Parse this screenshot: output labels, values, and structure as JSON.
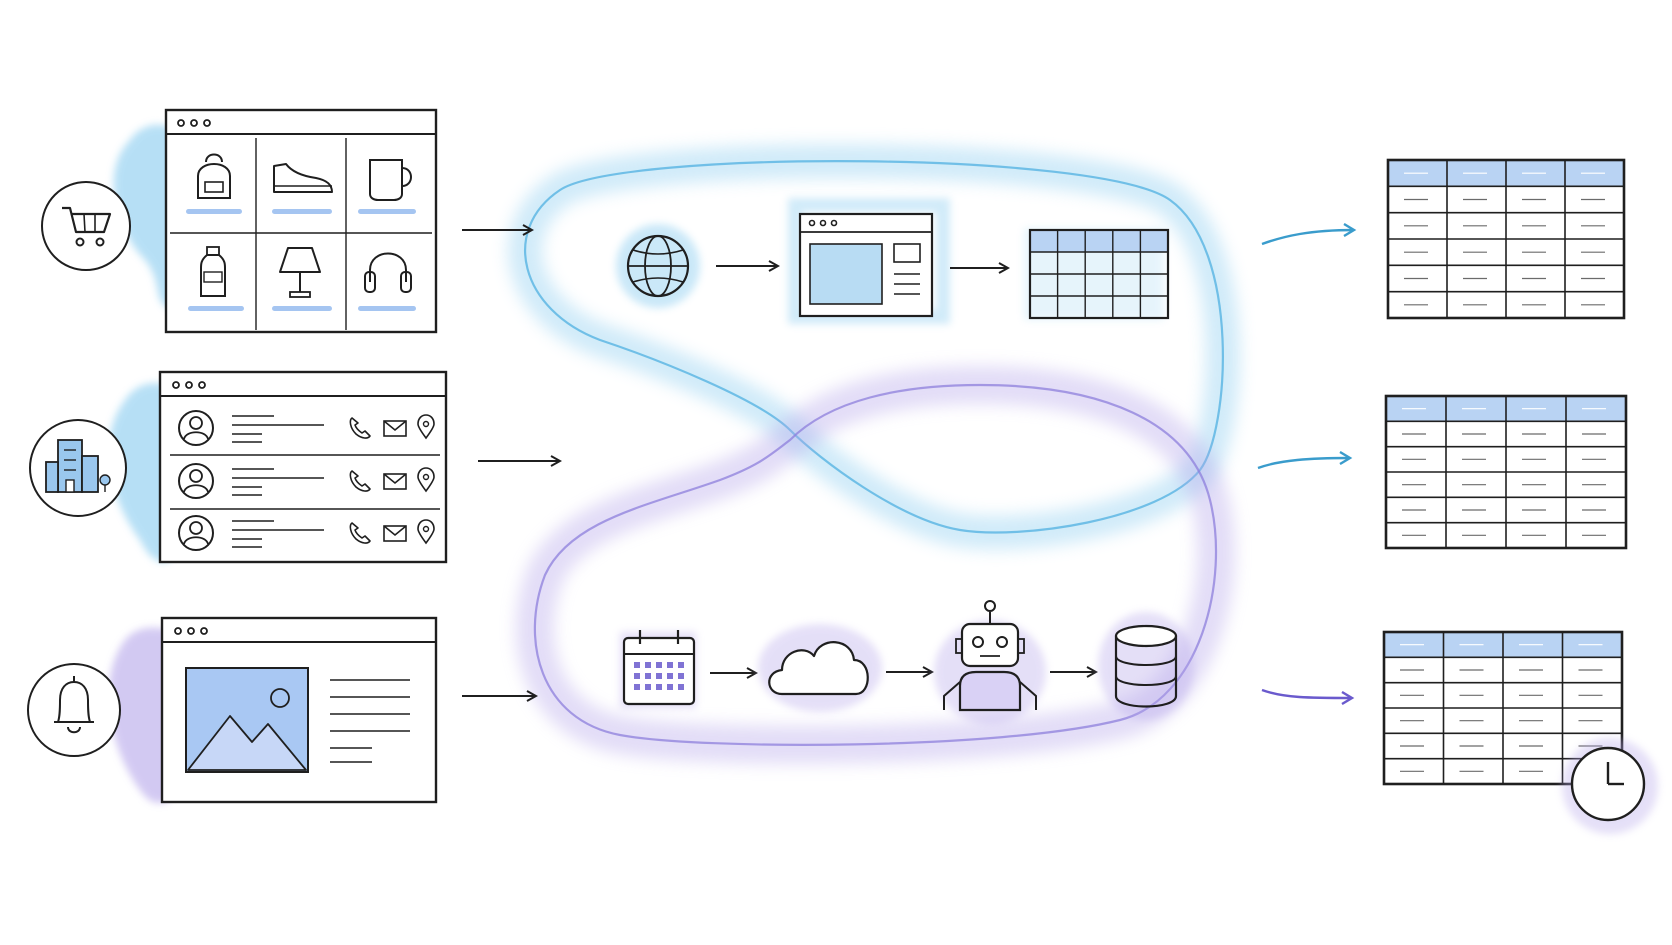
{
  "diagram": {
    "sources": [
      {
        "id": "shop",
        "badge_icon": "shopping-cart-icon",
        "panel": "product-grid",
        "products": [
          "backpack-icon",
          "sneaker-icon",
          "mug-icon",
          "bottle-icon",
          "lamp-icon",
          "headphones-icon"
        ]
      },
      {
        "id": "directory",
        "badge_icon": "office-building-icon",
        "panel": "contact-list",
        "contacts": 3,
        "contact_icons": [
          "phone-icon",
          "mail-icon",
          "location-pin-icon"
        ]
      },
      {
        "id": "media",
        "badge_icon": "bell-icon",
        "panel": "article-with-image",
        "media_icon": "image-placeholder-icon"
      }
    ],
    "pipelines": [
      {
        "id": "scrape",
        "color": "#5bb8e6",
        "steps": [
          "globe-icon",
          "browser-window-icon",
          "data-grid-icon"
        ]
      },
      {
        "id": "scheduled",
        "color": "#9b8fe0",
        "steps": [
          "calendar-icon",
          "cloud-icon",
          "robot-icon",
          "database-icon"
        ]
      }
    ],
    "outputs": [
      {
        "id": "table-1",
        "icon": "spreadsheet-icon",
        "arrow_color": "#3a9ccc"
      },
      {
        "id": "table-2",
        "icon": "spreadsheet-icon",
        "arrow_color": "#3a9ccc"
      },
      {
        "id": "table-3",
        "icon": "spreadsheet-icon",
        "arrow_color": "#6a5acd",
        "badge": "clock-icon"
      }
    ],
    "colors": {
      "ink": "#1f1f1f",
      "blue_wash": "#7cc6ee",
      "purple_wash": "#b5a6ea",
      "table_header": "#b9d3f3"
    }
  }
}
